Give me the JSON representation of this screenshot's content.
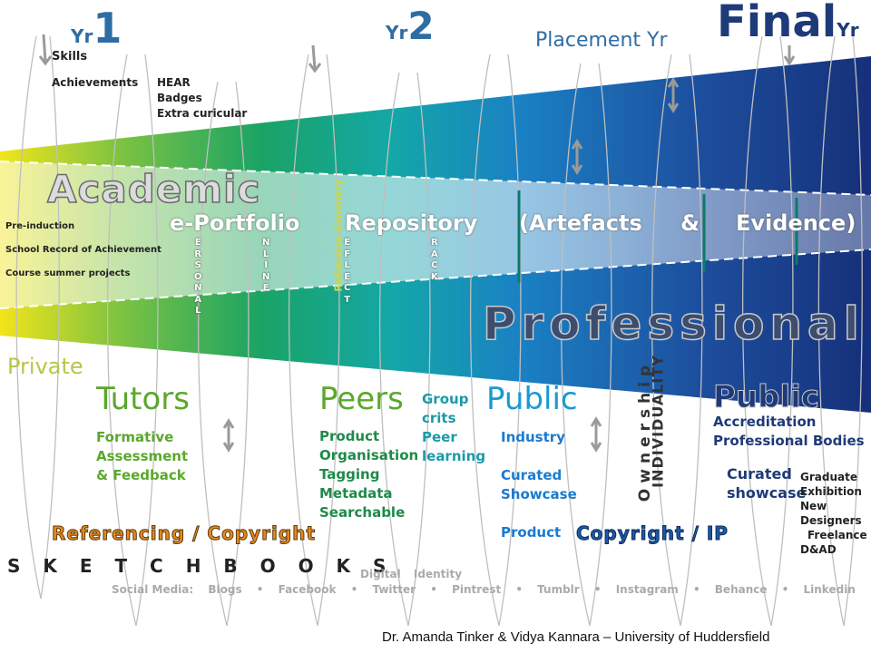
{
  "colors": {
    "year_blue": "#2e6da4",
    "green": "#5aa82c",
    "navy": "#1f3a78",
    "private": "#b9c44a",
    "copyright_orange": "#e8891b"
  },
  "years": {
    "yr1_prefix": "Yr",
    "yr1_num": "1",
    "yr2_prefix": "Yr",
    "yr2_num": "2",
    "placement": "Placement Yr",
    "final_main": "Final",
    "final_suffix": "Yr"
  },
  "top_left": {
    "skills": "Skills",
    "achievements": "Achievements",
    "hear": [
      "HEAR",
      "Badges",
      "Extra curicular"
    ]
  },
  "band": {
    "academic": "Academic",
    "pre_items": [
      "Pre-induction",
      "School Record of Achievement",
      "Course summer projects"
    ],
    "eportfolio_words": [
      "e-Portfolio",
      "Repository",
      "(Artefacts",
      "&",
      "Evidence)"
    ],
    "personal_letters": [
      "E",
      "R",
      "S",
      "O",
      "N",
      "A",
      "L"
    ],
    "online_letters": [
      "N",
      "L",
      "I",
      "N",
      "E"
    ],
    "reflect_letters": [
      "E",
      "F",
      "L",
      "E",
      "C",
      "T"
    ],
    "track_letters": [
      "R",
      "A",
      "C",
      "K"
    ],
    "reflective_summary": "Reflective Summary",
    "professional": "Professional"
  },
  "bottom": {
    "private": "Private",
    "tutors": "Tutors",
    "tutors_items": [
      "Formative",
      "Assessment",
      "& Feedback"
    ],
    "peers": "Peers",
    "peers_items": [
      "Product",
      "Organisation",
      "Tagging",
      "Metadata",
      "Searchable"
    ],
    "group_items": [
      "Group",
      "crits",
      "Peer",
      "learning"
    ],
    "public1": "Public",
    "public1_items": [
      "Industry",
      "",
      "Curated",
      "Showcase",
      "",
      "Product"
    ],
    "ownership": "Ownership",
    "individuality": "INDIVIDUALITY",
    "public2": "Public",
    "accreditation": [
      "Accreditation",
      "Professional Bodies"
    ],
    "curated_showcase": [
      "Curated",
      "showcase"
    ],
    "graduate_items": [
      "Graduate",
      "Exhibition",
      "New",
      "Designers",
      "Freelance",
      "D&AD"
    ],
    "referencing": "Referencing / Copyright",
    "copyright_ip": "Copyright / IP",
    "sketchbooks": "S K E T C H B O O K S",
    "digital_identity": "Digital Identity",
    "social_media": [
      "Social Media:",
      "Blogs",
      "•",
      "Facebook",
      "•",
      "Twitter",
      "•",
      "Pintrest",
      "•",
      "Tumblr",
      "•",
      "Instagram",
      "•",
      "Behance",
      "•",
      "Linkedin"
    ],
    "credit": "Dr. Amanda Tinker & Vidya Kannara – University of Huddersfield"
  }
}
